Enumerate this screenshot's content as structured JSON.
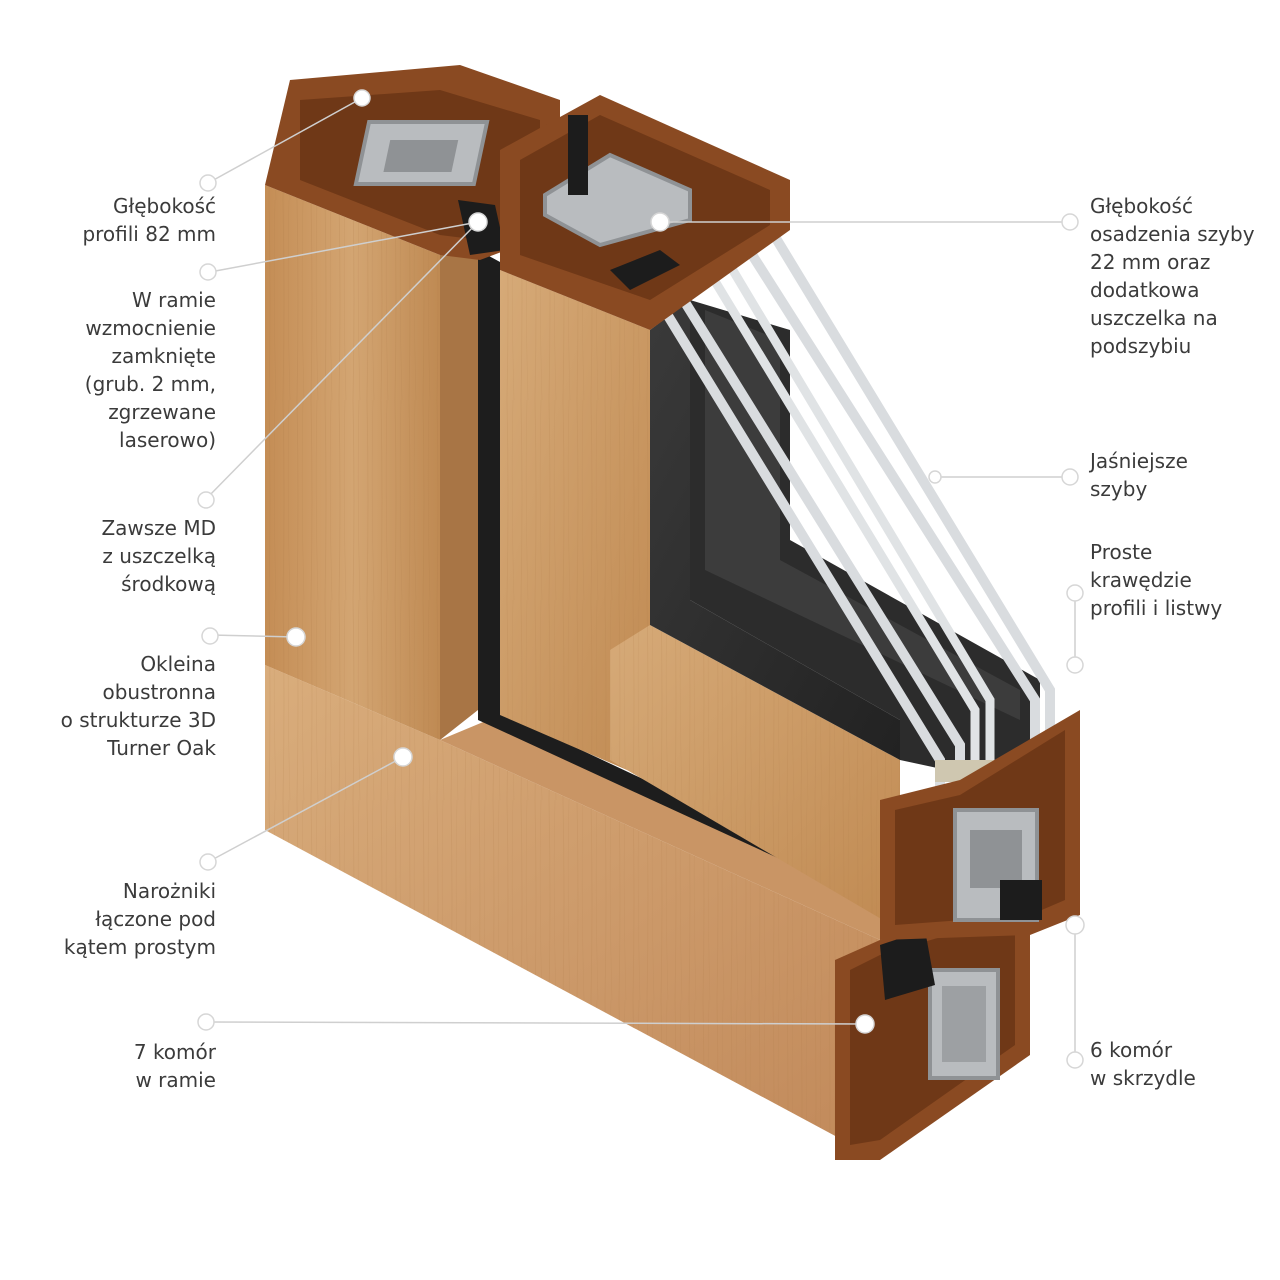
{
  "labels_left": [
    {
      "id": "depth-82",
      "text": "Głębokość\nprofili 82 mm"
    },
    {
      "id": "reinforcement",
      "text": "W ramie\nwzmocnienie\nzamknięte\n(grub. 2 mm,\nzgrzewane\nlaserowo)"
    },
    {
      "id": "md-seal",
      "text": "Zawsze MD\nz uszczelką\nśrodkową"
    },
    {
      "id": "veneer",
      "text": "Okleina\nobustronna\no strukturze 3D\nTurner Oak"
    },
    {
      "id": "corners",
      "text": "Narożniki\nłączone pod\nkątem prostym"
    },
    {
      "id": "frame-chambers",
      "text": "7 komór\nw ramie"
    }
  ],
  "labels_right": [
    {
      "id": "glass-depth",
      "text": "Głębokość\nosadzenia szyby\n22 mm oraz\ndodatkowa\nuszczelka na\npodszybiu"
    },
    {
      "id": "glass",
      "text": "Jaśniejsze\nszyby"
    },
    {
      "id": "edges",
      "text": "Proste\nkrawędzie\nprofili i listwy"
    },
    {
      "id": "sash-chambers",
      "text": "6 komór\nw skrzydle"
    }
  ],
  "colors": {
    "wood": "#c9965f",
    "wood_dark": "#b07c48",
    "pvc": "#8a4a22",
    "pvc_dark": "#5e2e12",
    "steel": "#b9bcbf",
    "gasket": "#1c1c1c",
    "glass_edge": "#d7dadc",
    "leader": "#cfcfcf",
    "text": "#3b3b3b"
  }
}
